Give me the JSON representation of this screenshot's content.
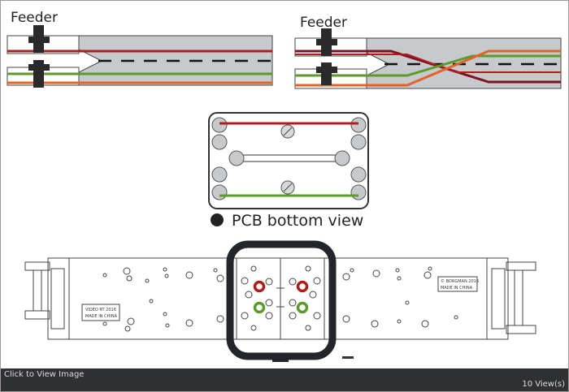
{
  "image": {
    "feeder_label_left": "Feeder",
    "feeder_label_right": "Feeder",
    "legend_text": "PCB bottom view",
    "board_stamp_left_1": "VIDEO RT 2016",
    "board_stamp_left_2": "MADE IN CHINA",
    "board_stamp_right_1": "© BORGMAN 2016",
    "board_stamp_right_2": "MADE IN CHINA"
  },
  "footer": {
    "caption": "Click to View Image",
    "view_count": "10 View(s)"
  },
  "colors": {
    "red_wire": "#b01d1d",
    "dark_red_wire": "#7a1420",
    "green_wire": "#5c9a2a",
    "orange_wire": "#e0642a",
    "pcb_gray": "#c7cacd",
    "footer_bg": "#2f3033",
    "bracket": "#22252a"
  }
}
